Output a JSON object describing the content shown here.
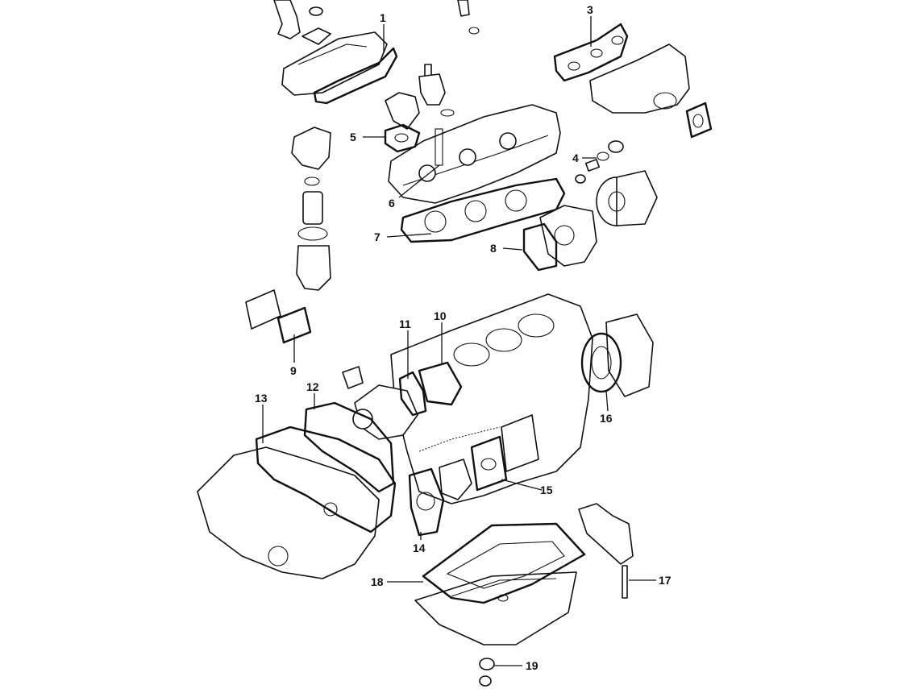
{
  "diagram": {
    "callouts": [
      {
        "id": "c1",
        "label": "1"
      },
      {
        "id": "c3",
        "label": "3"
      },
      {
        "id": "c4",
        "label": "4"
      },
      {
        "id": "c5",
        "label": "5"
      },
      {
        "id": "c6",
        "label": "6"
      },
      {
        "id": "c7",
        "label": "7"
      },
      {
        "id": "c8",
        "label": "8"
      },
      {
        "id": "c9",
        "label": "9"
      },
      {
        "id": "c10",
        "label": "10"
      },
      {
        "id": "c11",
        "label": "11"
      },
      {
        "id": "c12",
        "label": "12"
      },
      {
        "id": "c13",
        "label": "13"
      },
      {
        "id": "c14",
        "label": "14"
      },
      {
        "id": "c15",
        "label": "15"
      },
      {
        "id": "c16",
        "label": "16"
      },
      {
        "id": "c17",
        "label": "17"
      },
      {
        "id": "c18",
        "label": "18"
      },
      {
        "id": "c19",
        "label": "19"
      }
    ]
  }
}
